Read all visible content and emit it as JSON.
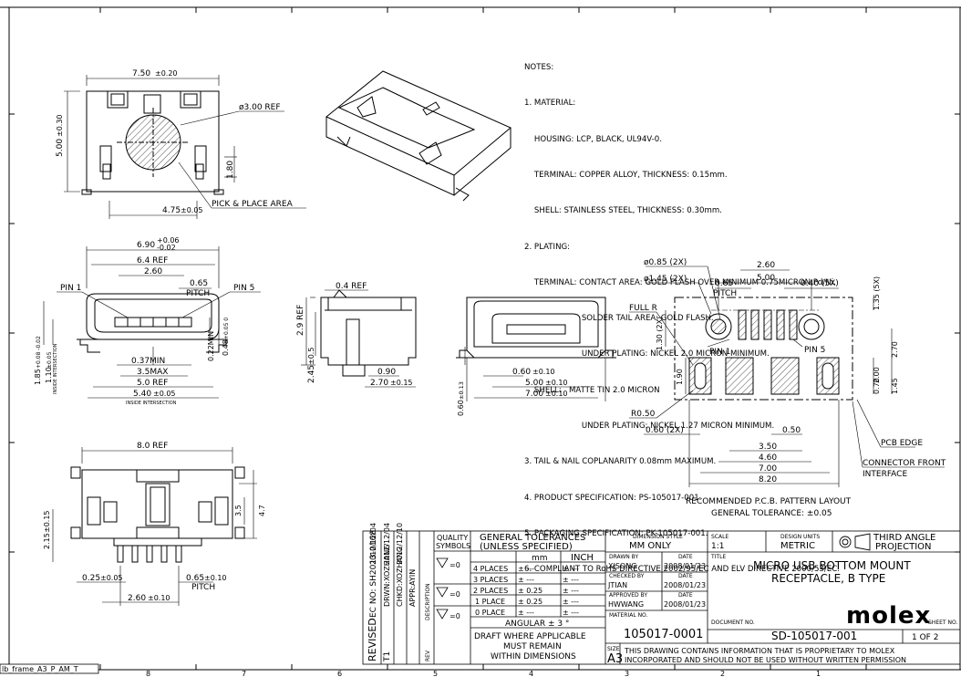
{
  "frame": {
    "file_label": "lb_frame_A3_P_AM_T",
    "zones_bottom": [
      "8",
      "7",
      "6",
      "5",
      "4",
      "3",
      "2",
      "1"
    ]
  },
  "notes": [
    "NOTES:",
    "1. MATERIAL:",
    "    HOUSING: LCP, BLACK, UL94V-0.",
    "    TERMINAL: COPPER ALLOY, THICKNESS: 0.15mm.",
    "    SHELL: STAINLESS STEEL, THICKNESS: 0.30mm.",
    "2. PLATING:",
    "    TERMINAL: CONTACT AREA: GOLD FLASH OVER MINIMUM 0.75MICRON Pd/Ni.",
    "                       SOLDER TAIL AREA: GOLD FLASH.",
    "                       UNDER PLATING: NICKEL 2.0 MICRON MINIMUM.",
    "    SHELL:   MATTE TIN 2.0 MICRON",
    "                       UNDER PLATING: NICKEL 1.27 MICRON MINIMUM.",
    "3. TAIL & NAIL COPLANARITY 0.08mm MAXIMUM.",
    "4. PRODUCT SPECIFICATION: PS-105017-001.",
    "5. PACKAGING SPECIFICATION: PK-105017-001.",
    "6. COMPLIANT TO RoHS DIRECTIVE 2002/95/EC AND ELV DIRECTIVE 2000/53/EC."
  ],
  "top_view": {
    "dim_width": "7.50",
    "dim_width_tol": "±0.20",
    "dim_height": "5.00",
    "dim_height_tol": "±0.30",
    "diameter": "ø3.00 REF",
    "dim_180": "1.80",
    "dim_475": "4.75",
    "dim_475_tol": "±0.05",
    "pick_place": "PICK & PLACE AREA"
  },
  "front_view": {
    "d690": "6.90",
    "d690_tol_hi": "+0.06",
    "d690_tol_lo": "-0.02",
    "d64": "6.4 REF",
    "d260": "2.60",
    "d065": "0.65",
    "pitch": "PITCH",
    "pin1": "PIN 1",
    "pin5": "PIN 5",
    "d037": "0.37MIN",
    "d35": "3.5MAX",
    "d50": "5.0 REF",
    "d540": "5.40",
    "d540_tol": "±0.05",
    "inside": "INSIDE INTERSECTION",
    "d185": "1.85",
    "d185_tol": "+0.08 -0.02",
    "d110": "1.10",
    "d110_tol": "±0.05",
    "inside_v": "INSIDE INTERSECTION",
    "d022": "0.22MIN",
    "d048": "0.48",
    "d048_tol": "+0.05 0"
  },
  "side_view": {
    "d04": "0.4 REF",
    "d29": "2.9 REF",
    "d245": "2.45",
    "d245_tol": "±0.5",
    "d090": "0.90",
    "d270": "2.70",
    "d270_tol": "±0.15"
  },
  "rear_view": {
    "d060": "0.60",
    "d060_tol": "±0.10",
    "d500": "5.00",
    "d500_tol": "±0.10",
    "d700": "7.00",
    "d700_tol": "±0.10",
    "d060v": "0.60",
    "d060v_tol": "±0.13"
  },
  "bottom_view": {
    "d80": "8.0 REF",
    "d35": "3.5",
    "d47": "4.7",
    "d215": "2.15",
    "d215_tol": "±0.15",
    "d025": "0.25",
    "d025_tol": "±0.05",
    "d065": "0.65",
    "d065_tol": "±0.10",
    "pitch": "PITCH",
    "d260": "2.60",
    "d260_tol": "±0.10"
  },
  "pcb": {
    "d500": "5.00",
    "d260": "2.60",
    "d085": "ø0.85 (2X)",
    "d145": "ø1.45 (2X)",
    "d065": "0.65",
    "pitch": "PITCH",
    "d040": "0.40 (5X)",
    "d135": "1.35 (5X)",
    "full_r": "FULL R",
    "d130": "1.30 (2X)",
    "pin1": "PIN 1",
    "pin5": "PIN 5",
    "d200": "2.00",
    "d270": "2.70",
    "d190": "1.90",
    "d070": "0.70",
    "d145v": "1.45",
    "r050": "R0.50",
    "d060": "0.60 (2X)",
    "d050": "0.50",
    "d350": "3.50",
    "d460": "4.60",
    "d700": "7.00",
    "d820": "8.20",
    "pcb_edge": "PCB EDGE",
    "connector_front": "CONNECTOR FRONT",
    "interface": "INTERFACE",
    "caption": "RECOMMENDED P.C.B. PATTERN LAYOUT",
    "tolerance": "GENERAL TOLERANCE: ±0.05"
  },
  "revision": {
    "revised": "REVISED",
    "ec": "EC NO: SH2013-0168",
    "date1": "2012/12/04",
    "drwn": "DRWN:XOZHANG",
    "date2": "2012/12/04",
    "chkd": "CHKD:XOZHANG",
    "date3": "2012/12/10",
    "appr": "APPR:AYIN",
    "t1": "T1",
    "description": "DESCRIPTION",
    "rev": "REV"
  },
  "title_block": {
    "quality": "QUALITY",
    "symbols": "SYMBOLS",
    "sym_rows": [
      "=0",
      "=0",
      "=0"
    ],
    "gen_tol_1": "GENERAL TOLERANCES",
    "gen_tol_2": "(UNLESS SPECIFIED)",
    "mm": "mm",
    "inch": "INCH",
    "places": [
      "4 PLACES",
      "3 PLACES",
      "2 PLACES",
      "1 PLACE",
      "0 PLACE"
    ],
    "mm_vals": [
      "± ---",
      "± ---",
      "± 0.25",
      "± 0.25",
      "± ---"
    ],
    "inch_vals": [
      "± ---",
      "± ---",
      "± ---",
      "± ---",
      "± ---"
    ],
    "angular": "ANGULAR ± 3 °",
    "draft_1": "DRAFT WHERE APPLICABLE",
    "draft_2": "MUST REMAIN",
    "draft_3": "WITHIN DIMENSIONS",
    "dim_style_label": "DIMENSION STYLE",
    "dim_style": "MM ONLY",
    "scale_label": "SCALE",
    "scale": "1:1",
    "design_units_label": "DESIGN UNITS",
    "design_units": "METRIC",
    "projection_1": "THIRD ANGLE",
    "projection_2": "PROJECTION",
    "drawn_by_label": "DRAWN BY",
    "drawn_by": "XJSONG",
    "checked_by_label": "CHECKED BY",
    "checked_by": "JTIAN",
    "approved_by_label": "APPROVED BY",
    "approved_by": "HWWANG",
    "date_label": "DATE",
    "date1": "2008/01/23",
    "date2": "2008/01/23",
    "date3": "2008/01/23",
    "title_label": "TITLE",
    "title_1": "MICRO USB BOTTOM MOUNT",
    "title_2": "RECEPTACLE, B TYPE",
    "logo": "molex",
    "material_label": "MATERIAL NO.",
    "material_no": "105017-0001",
    "document_label": "DOCUMENT NO.",
    "document_no": "SD-105017-001",
    "sheet_label": "SHEET NO.",
    "sheet_no": "1 OF 2",
    "size_label": "SIZE",
    "size": "A3",
    "proprietary_1": "THIS DRAWING CONTAINS INFORMATION THAT IS PROPRIETARY TO MOLEX",
    "proprietary_2": "INCORPORATED AND SHOULD NOT BE USED WITHOUT WRITTEN PERMISSION"
  }
}
